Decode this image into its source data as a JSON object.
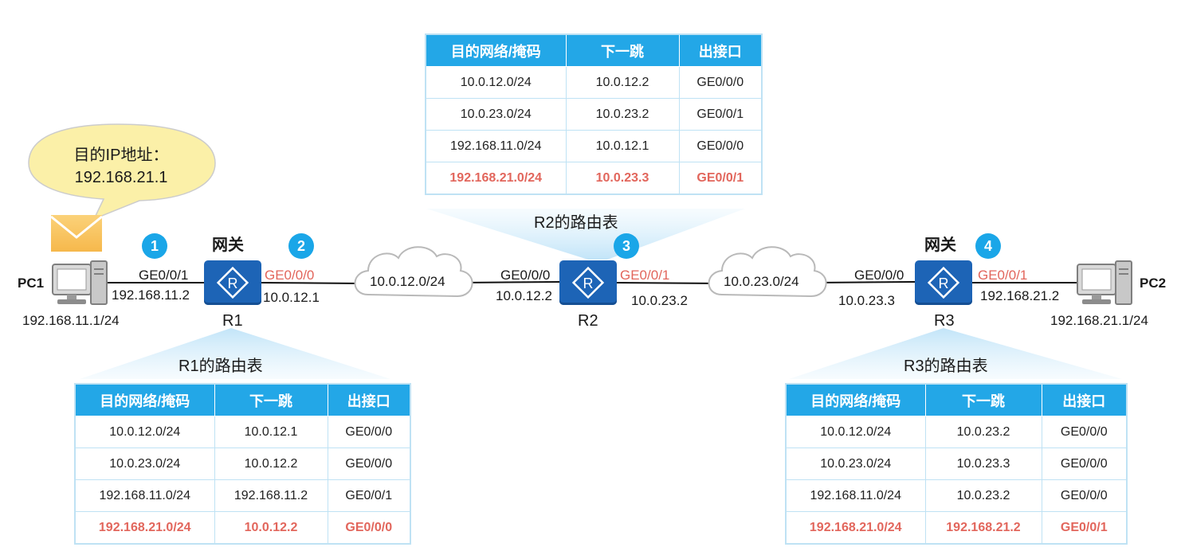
{
  "message": {
    "line1": "目的IP地址：",
    "line2": "192.168.21.1"
  },
  "steps": [
    "1",
    "2",
    "3",
    "4"
  ],
  "gateway_label": "网关",
  "pc1": {
    "name": "PC1",
    "ip": "192.168.11.1/24"
  },
  "pc2": {
    "name": "PC2",
    "ip": "192.168.21.1/24"
  },
  "r1": {
    "name": "R1",
    "if_left": "GE0/0/1",
    "ip_left": "192.168.11.2",
    "if_right": "GE0/0/0",
    "ip_right": "10.0.12.1"
  },
  "r2": {
    "name": "R2",
    "if_left": "GE0/0/0",
    "ip_left": "10.0.12.2",
    "if_right": "GE0/0/1",
    "ip_right": "10.0.23.2"
  },
  "r3": {
    "name": "R3",
    "if_left": "GE0/0/0",
    "ip_left": "10.0.23.3",
    "if_right": "GE0/0/1",
    "ip_right": "192.168.21.2"
  },
  "cloud1": "10.0.12.0/24",
  "cloud2": "10.0.23.0/24",
  "headers": [
    "目的网络/掩码",
    "下一跳",
    "出接口"
  ],
  "colors": {
    "header": "#23a7e7",
    "highlight": "#e2665c",
    "router": "#1d64b6",
    "bubble": "#fbf0a8"
  },
  "r1_table": {
    "title": "R1的路由表",
    "rows": [
      [
        "10.0.12.0/24",
        "10.0.12.1",
        "GE0/0/0"
      ],
      [
        "10.0.23.0/24",
        "10.0.12.2",
        "GE0/0/0"
      ],
      [
        "192.168.11.0/24",
        "192.168.11.2",
        "GE0/0/1"
      ],
      [
        "192.168.21.0/24",
        "10.0.12.2",
        "GE0/0/0"
      ]
    ],
    "highlight_row": 3
  },
  "r2_table": {
    "title": "R2的路由表",
    "rows": [
      [
        "10.0.12.0/24",
        "10.0.12.2",
        "GE0/0/0"
      ],
      [
        "10.0.23.0/24",
        "10.0.23.2",
        "GE0/0/1"
      ],
      [
        "192.168.11.0/24",
        "10.0.12.1",
        "GE0/0/0"
      ],
      [
        "192.168.21.0/24",
        "10.0.23.3",
        "GE0/0/1"
      ]
    ],
    "highlight_row": 3
  },
  "r3_table": {
    "title": "R3的路由表",
    "rows": [
      [
        "10.0.12.0/24",
        "10.0.23.2",
        "GE0/0/0"
      ],
      [
        "10.0.23.0/24",
        "10.0.23.3",
        "GE0/0/0"
      ],
      [
        "192.168.11.0/24",
        "10.0.23.2",
        "GE0/0/0"
      ],
      [
        "192.168.21.0/24",
        "192.168.21.2",
        "GE0/0/1"
      ]
    ],
    "highlight_row": 3
  }
}
